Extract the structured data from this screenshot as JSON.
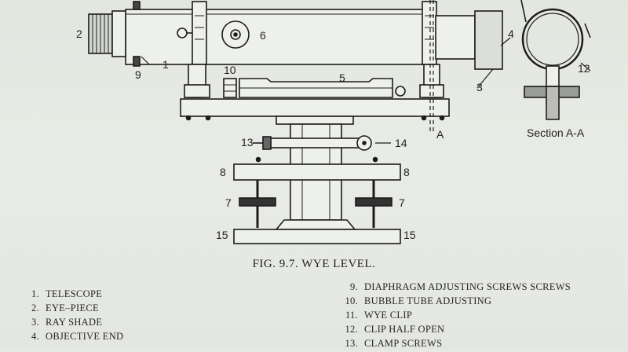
{
  "figure": {
    "caption": "FIG. 9.7. WYE LEVEL.",
    "section_label": "Section A-A",
    "section_marker": "A",
    "callouts": {
      "c1": "1",
      "c2": "2",
      "c3": "3",
      "c4": "4",
      "c5": "5",
      "c6": "6",
      "c7_left": "7",
      "c7_right": "7",
      "c8_left": "8",
      "c8_right": "8",
      "c9": "9",
      "c10": "10",
      "c12": "12",
      "c13": "13",
      "c14": "14",
      "c15_left": "15",
      "c15_right": "15"
    }
  },
  "legend_left": [
    {
      "num": "1.",
      "label": "TELESCOPE"
    },
    {
      "num": "2.",
      "label": "EYE–PIECE"
    },
    {
      "num": "3.",
      "label": "RAY SHADE"
    },
    {
      "num": "4.",
      "label": "OBJECTIVE END"
    }
  ],
  "legend_right": [
    {
      "num": "9.",
      "label": "DIAPHRAGM ADJUSTING SCREWS SCREWS"
    },
    {
      "num": "10.",
      "label": "BUBBLE TUBE ADJUSTING"
    },
    {
      "num": "11.",
      "label": "WYE CLIP"
    },
    {
      "num": "12.",
      "label": "CLIP HALF OPEN"
    },
    {
      "num": "13.",
      "label": "CLAMP SCREWS"
    }
  ]
}
